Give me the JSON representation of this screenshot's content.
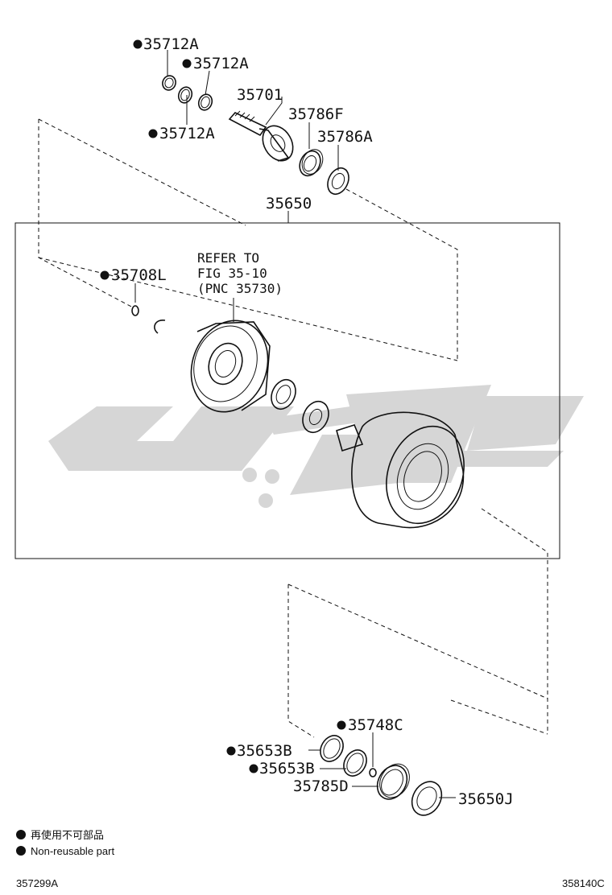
{
  "callouts": [
    {
      "id": "c1",
      "text": "35712A",
      "bullet": true
    },
    {
      "id": "c2",
      "text": "35712A",
      "bullet": true
    },
    {
      "id": "c3",
      "text": "35712A",
      "bullet": true
    },
    {
      "id": "c4",
      "text": "35701",
      "bullet": false
    },
    {
      "id": "c5",
      "text": "35786F",
      "bullet": false
    },
    {
      "id": "c6",
      "text": "35786A",
      "bullet": false
    },
    {
      "id": "c7",
      "text": "35650",
      "bullet": false
    },
    {
      "id": "c8",
      "text": "35708L",
      "bullet": true
    },
    {
      "id": "c9",
      "text": "35748C",
      "bullet": true
    },
    {
      "id": "c10",
      "text": "35653B",
      "bullet": true
    },
    {
      "id": "c11",
      "text": "35653B",
      "bullet": true
    },
    {
      "id": "c12",
      "text": "35785D",
      "bullet": false
    },
    {
      "id": "c13",
      "text": "35650J",
      "bullet": false
    }
  ],
  "reference_note": [
    "REFER TO",
    "FIG 35-10",
    "(PNC 35730)"
  ],
  "legend": {
    "line_cn": "再使用不可部品",
    "line_en": "Non-reusable part"
  },
  "footer": {
    "left_code": "357299A",
    "right_code": "358140C"
  }
}
